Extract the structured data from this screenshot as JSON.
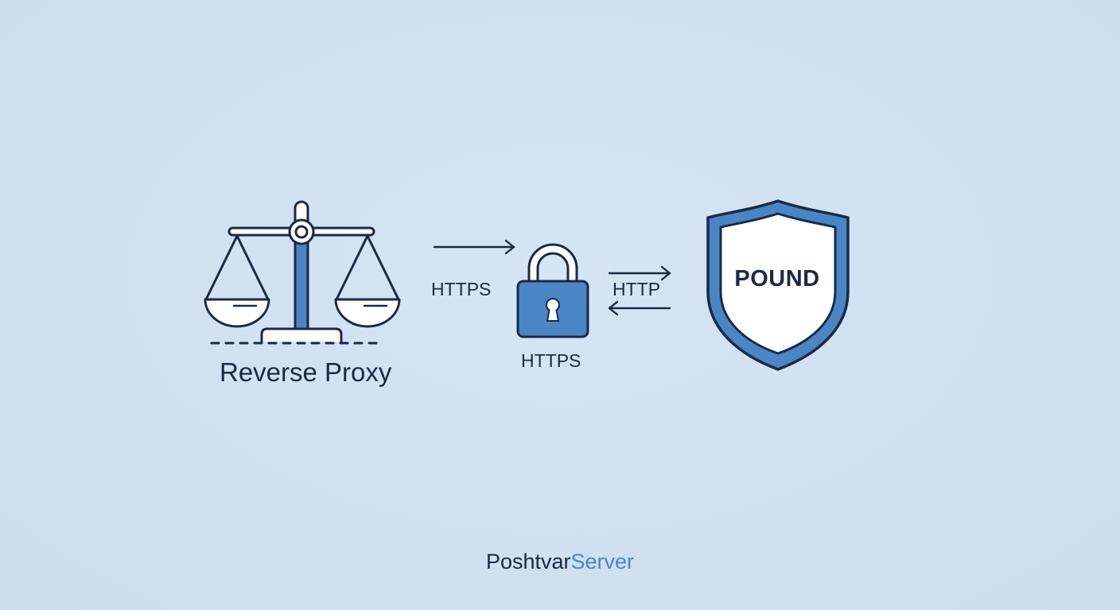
{
  "diagram": {
    "proxy": {
      "label": "Reverse Proxy",
      "icon": "balance-scale-icon"
    },
    "link_client": {
      "label": "HTTPS",
      "direction": "right",
      "icon": "arrow-right-icon"
    },
    "lock": {
      "label": "HTTPS",
      "icon": "padlock-icon"
    },
    "link_backend": {
      "label": "HTTP",
      "directions": [
        "right",
        "left"
      ],
      "icon": "bidirectional-arrows-icon"
    },
    "server": {
      "label": "POUND",
      "icon": "shield-icon"
    }
  },
  "footer": {
    "brand_primary": "Poshtvar",
    "brand_secondary": "Server"
  },
  "colors": {
    "background": "#d3e2f3",
    "accent_blue": "#4a86c5",
    "outline_navy": "#1b2a44",
    "fill_white": "#ffffff"
  }
}
